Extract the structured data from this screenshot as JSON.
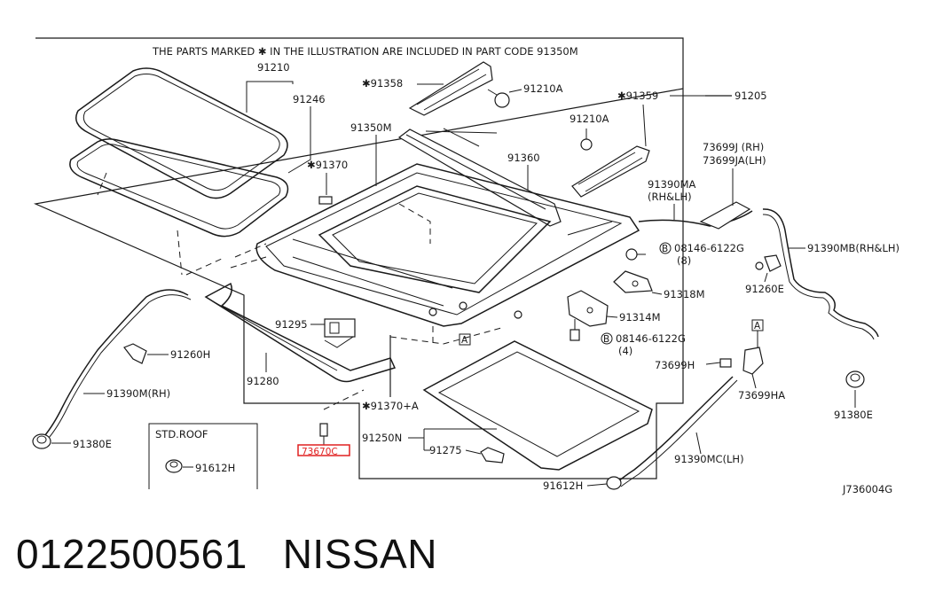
{
  "diagram": {
    "header_note": "THE PARTS MARKED ✱ IN THE ILLUSTRATION ARE INCLUDED IN PART CODE 91350M",
    "drawing_code": "J736004G",
    "std_roof_label": "STD.ROOF",
    "callouts": {
      "p91210": "91210",
      "p91246": "91246",
      "p91358": "✱91358",
      "p91210A_1": "91210A",
      "p91359": "✱91359",
      "p91205": "91205",
      "p91350M": "91350M",
      "p91210A_2": "91210A",
      "p91370": "✱91370",
      "p91360": "91360",
      "p73699J": "73699J (RH)",
      "p73699JA": "73699JA(LH)",
      "p91390MA_1": "91390MA",
      "p91390MA_2": "(RH&LH)",
      "p08146a_1": "08146-6122G",
      "p08146a_2": "(8)",
      "p91390MB": "91390MB(RH&LH)",
      "p91318M": "91318M",
      "p91260E": "91260E",
      "p91295": "91295",
      "p91314M": "91314M",
      "p08146b_1": "08146-6122G",
      "p08146b_2": "(4)",
      "p91260H": "91260H",
      "p91280": "91280",
      "p73699H": "73699H",
      "p73699HA": "73699HA",
      "p91390M": "91390M(RH)",
      "p91370A": "✱91370+A",
      "p91380E_left": "91380E",
      "p91380E_right": "91380E",
      "p91250N": "91250N",
      "p91275": "91275",
      "p91390MC": "91390MC(LH)",
      "p73670C": "73670C",
      "p91612H_1": "91612H",
      "p91612H_2": "91612H",
      "ref_a1": "A",
      "ref_a2": "A"
    }
  },
  "caption": {
    "part_number": "0122500561",
    "brand": "NISSAN"
  },
  "colors": {
    "ink": "#1a1a1a",
    "highlight": "#e02020",
    "background": "#ffffff"
  }
}
